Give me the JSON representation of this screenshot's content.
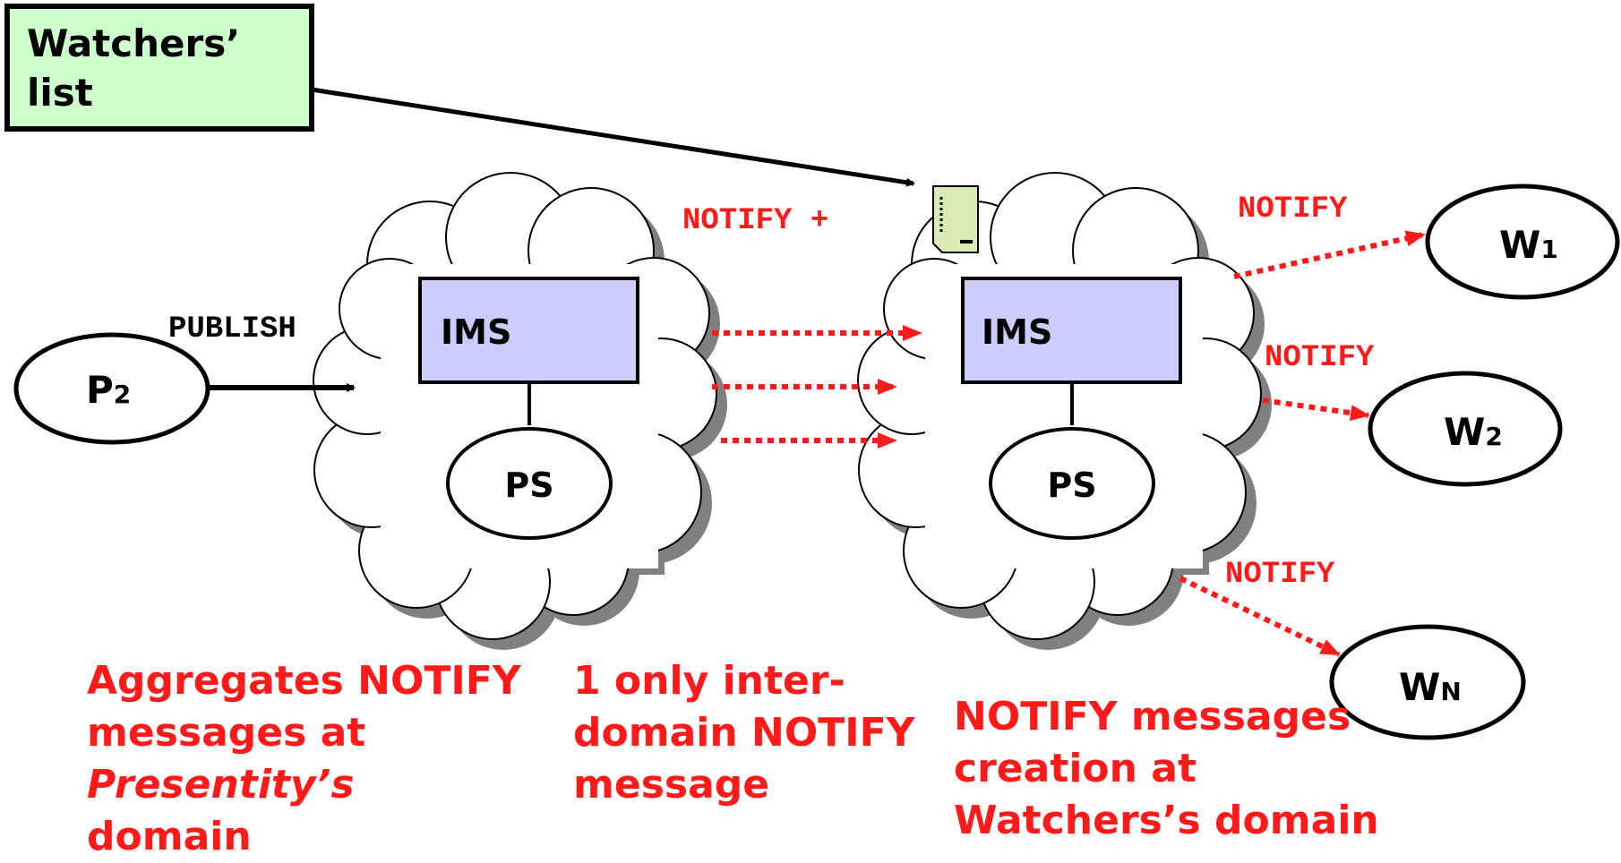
{
  "colors": {
    "red": "#ff1a1a",
    "ims_fill": "#ccccff",
    "note_fill": "#ccffcc",
    "doc_fill": "#d9ebb4",
    "cloud_shadow": "#808080"
  },
  "watchers_list": {
    "line1": "Watchers’",
    "line2": "list"
  },
  "publisher": {
    "base": "P",
    "sub": "2"
  },
  "publish_label": "PUBLISH",
  "notify_plus_label": "NOTIFY +",
  "left_domain": {
    "ims": "IMS",
    "ps": "PS"
  },
  "right_domain": {
    "ims": "IMS",
    "ps": "PS"
  },
  "watchers": [
    {
      "base": "W",
      "sub": "1",
      "notify_label": "NOTIFY"
    },
    {
      "base": "W",
      "sub": "2",
      "notify_label": "NOTIFY"
    },
    {
      "base": "W",
      "sub": "N",
      "notify_label": "NOTIFY"
    }
  ],
  "captions": {
    "left": {
      "l1": "Aggregates NOTIFY",
      "l2": "messages at",
      "l3": "Presentity’s",
      "l4": "domain"
    },
    "middle": {
      "l1": "1 only inter-",
      "l2": "domain NOTIFY",
      "l3": "message"
    },
    "right": {
      "l1": "NOTIFY messages",
      "l2": "creation at",
      "l3": "Watchers’s domain"
    }
  }
}
